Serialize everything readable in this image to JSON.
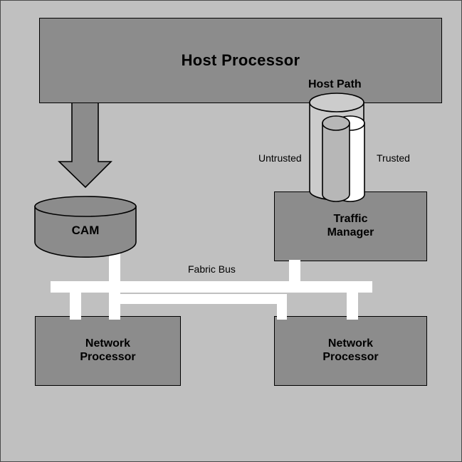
{
  "diagram": {
    "title": "Network processing system block diagram",
    "background_color": "#c0c0c0",
    "border_color": "#4a4a4a"
  },
  "nodes": {
    "host_processor": {
      "label": "Host Processor",
      "shape": "rectangle",
      "fill": "#8c8c8c",
      "stroke": "#000000"
    },
    "traffic_manager": {
      "label": "Traffic\nManager",
      "label_line1": "Traffic",
      "label_line2": "Manager",
      "shape": "rectangle",
      "fill": "#8c8c8c",
      "stroke": "#000000"
    },
    "network_processor_left": {
      "label_line1": "Network",
      "label_line2": "Processor",
      "shape": "rectangle",
      "fill": "#8c8c8c",
      "stroke": "#000000"
    },
    "network_processor_right": {
      "label_line1": "Network",
      "label_line2": "Processor",
      "shape": "rectangle",
      "fill": "#8c8c8c",
      "stroke": "#000000"
    },
    "cam": {
      "label": "CAM",
      "shape": "cylinder",
      "fill": "#8c8c8c",
      "stroke": "#000000"
    },
    "host_path_outer_cylinder": {
      "label": "Host Path",
      "shape": "cylinder",
      "fill": "#cccccc",
      "stroke": "#000000"
    },
    "untrusted_cylinder": {
      "label": "Untrusted",
      "shape": "cylinder",
      "fill": "#b7b7b7",
      "stroke": "#000000"
    },
    "trusted_cylinder": {
      "label": "Trusted",
      "shape": "cylinder",
      "fill": "#ffffff",
      "stroke": "#000000"
    }
  },
  "labels": {
    "host_path": "Host Path",
    "untrusted": "Untrusted",
    "trusted": "Trusted",
    "fabric_bus": "Fabric Bus"
  },
  "connectors": {
    "host_to_cam_arrow": {
      "type": "block-arrow",
      "direction": "down",
      "fill": "#8c8c8c",
      "stroke": "#000000"
    },
    "fabric_bus": {
      "type": "bus",
      "color": "#ffffff",
      "segments": [
        "primary-horizontal-bus",
        "secondary-horizontal-bus",
        "cam-drop",
        "traffic-manager-drop",
        "network-processor-left-drop",
        "network-processor-right-drop"
      ]
    }
  }
}
